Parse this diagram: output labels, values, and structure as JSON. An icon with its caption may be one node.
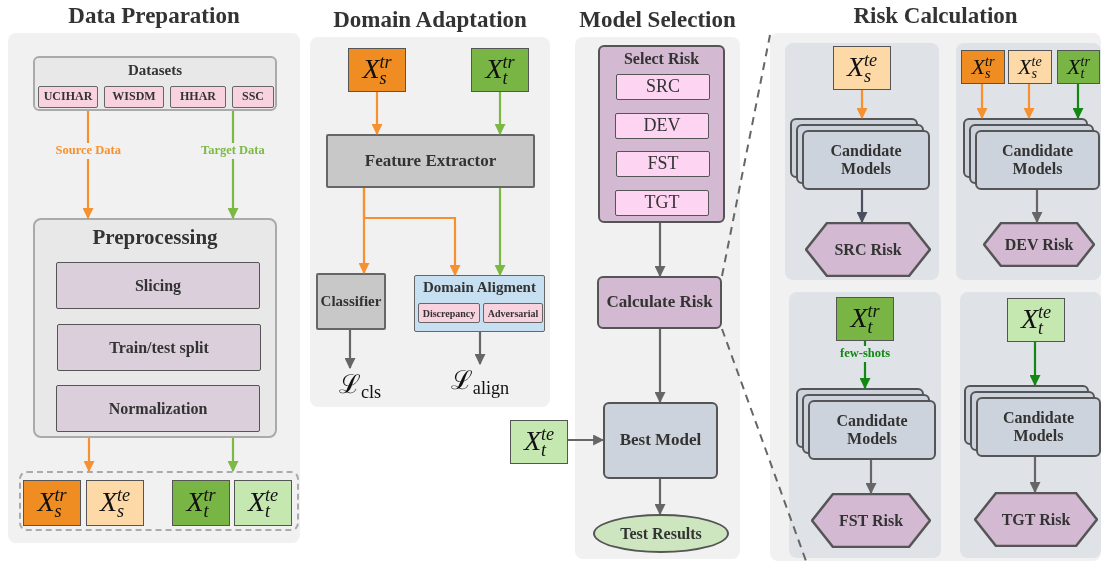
{
  "diagram": {
    "nodes": [
      {
        "text": [
          "Data Preparation"
        ]
      },
      {
        "text": [
          "Datasets"
        ],
        "in": 0
      },
      {
        "text": [
          "UCIHAR"
        ],
        "in": 1
      },
      {
        "text": [
          "WISDM"
        ],
        "in": 1
      },
      {
        "text": [
          "HHAR"
        ],
        "in": 1
      },
      {
        "text": [
          "SSC"
        ],
        "in": 1
      },
      {
        "text": [
          "Preprocessing"
        ],
        "in": 0
      },
      {
        "text": [
          "Slicing"
        ],
        "in": 6
      },
      {
        "text": [
          "Train/test split"
        ],
        "in": 6
      },
      {
        "text": [
          "Normalization"
        ],
        "in": 6
      },
      {
        "text": [],
        "shape": "box",
        "in": 0
      },
      {
        "text": [
          "X$_{s}$$^{tr}$"
        ],
        "in": 10
      },
      {
        "text": [
          "X$_{s}$$^{te}$"
        ],
        "in": 10
      },
      {
        "text": [
          "X$_{t}$$^{tr}$"
        ],
        "in": 10
      },
      {
        "text": [
          "X$_{t}$$^{te}$"
        ],
        "in": 10
      },
      {
        "text": [
          "Domain Adaptation"
        ]
      },
      {
        "text": [
          "X$_{s}$$^{tr}$"
        ],
        "in": 15
      },
      {
        "text": [
          "X$_{t}$$^{tr}$"
        ],
        "in": 15
      },
      {
        "text": [
          "Feature Extractor"
        ],
        "in": 15
      },
      {
        "text": [
          "Classifier"
        ],
        "in": 15
      },
      {
        "text": [
          "Domain Aligment"
        ],
        "in": 15
      },
      {
        "text": [
          "Discrepancy"
        ],
        "in": 20
      },
      {
        "text": [
          "Adversarial"
        ],
        "in": 20
      },
      {
        "text": [
          "ℒ$_{cls}$"
        ],
        "in": 15
      },
      {
        "text": [
          "ℒ$_{align}$"
        ],
        "in": 15
      },
      {
        "text": [
          "Model Selection"
        ]
      },
      {
        "text": [
          "Select Risk"
        ],
        "in": 25
      },
      {
        "text": [
          "SRC"
        ],
        "in": 26
      },
      {
        "text": [
          "DEV"
        ],
        "in": 26
      },
      {
        "text": [
          "FST"
        ],
        "in": 26
      },
      {
        "text": [
          "TGT"
        ],
        "in": 26
      },
      {
        "text": [
          "Calculate Risk"
        ],
        "in": 25
      },
      {
        "text": [
          "X$_{t}$$^{te}$"
        ]
      },
      {
        "text": [
          "Best Model"
        ],
        "in": 25
      },
      {
        "text": [
          "Test Results"
        ],
        "in": 25
      },
      {
        "text": [
          "Risk Calculation"
        ]
      },
      {
        "text": [],
        "shape": "box",
        "in": 35
      },
      {
        "text": [
          "X$_{s}$$^{te}$"
        ],
        "in": 36
      },
      {
        "text": [
          "Candidate Models"
        ],
        "in": 36
      },
      {
        "text": [
          "SRC Risk"
        ],
        "in": 36
      },
      {
        "text": [],
        "shape": "box",
        "in": 35
      },
      {
        "text": [
          "X$_{s}$$^{tr}$"
        ],
        "in": 40
      },
      {
        "text": [
          "X$_{s}$$^{te}$"
        ],
        "in": 40
      },
      {
        "text": [
          "X$_{t}$$^{tr}$"
        ],
        "in": 40
      },
      {
        "text": [
          "Candidate Models"
        ],
        "in": 40
      },
      {
        "text": [
          "DEV Risk"
        ],
        "in": 40
      },
      {
        "text": [],
        "shape": "box",
        "in": 35
      },
      {
        "text": [
          "X$_{t}$$^{tr}$"
        ],
        "in": 46
      },
      {
        "text": [
          "Candidate Models"
        ],
        "in": 46
      },
      {
        "text": [
          "FST Risk"
        ],
        "in": 46
      },
      {
        "text": [],
        "shape": "box",
        "in": 35
      },
      {
        "text": [
          "X$_{t}$$^{te}$"
        ],
        "in": 50
      },
      {
        "text": [
          "Candidate Models"
        ],
        "in": 50
      },
      {
        "text": [
          "TGT Risk"
        ],
        "in": 50
      }
    ],
    "edges": [
      {
        "from": 1,
        "to": 6,
        "arrow": "to",
        "label": "Source Data",
        "color": "#f7902f"
      },
      {
        "from": 1,
        "to": 6,
        "arrow": "to",
        "label": "Target Data",
        "color": "#7cb944"
      },
      {
        "from": 6,
        "to": 10,
        "arrow": "to",
        "color": "#f7902f"
      },
      {
        "from": 6,
        "to": 10,
        "arrow": "to",
        "color": "#7cb944"
      },
      {
        "from": 16,
        "to": 18,
        "arrow": "to",
        "color": "#f7902f"
      },
      {
        "from": 17,
        "to": 18,
        "arrow": "to",
        "color": "#7cb944"
      },
      {
        "from": 18,
        "to": 19,
        "arrow": "to",
        "color": "#f7902f"
      },
      {
        "from": 18,
        "to": 20,
        "arrow": "to",
        "color": "#f7902f"
      },
      {
        "from": 18,
        "to": 20,
        "arrow": "to",
        "color": "#7cb944"
      },
      {
        "from": 19,
        "to": 23,
        "arrow": "to"
      },
      {
        "from": 20,
        "to": 24,
        "arrow": "to"
      },
      {
        "from": 26,
        "to": 31,
        "arrow": "to"
      },
      {
        "from": 31,
        "to": 33,
        "arrow": "to"
      },
      {
        "from": 32,
        "to": 33,
        "arrow": "to"
      },
      {
        "from": 33,
        "to": 34,
        "arrow": "to"
      },
      {
        "from": 31,
        "to": 35,
        "arrow": "none",
        "style": "dashed"
      },
      {
        "from": 31,
        "to": 35,
        "arrow": "none",
        "style": "dashed"
      },
      {
        "from": 37,
        "to": 38,
        "arrow": "to",
        "color": "#f7902f"
      },
      {
        "from": 38,
        "to": 39,
        "arrow": "to",
        "color": "#4a5060"
      },
      {
        "from": 41,
        "to": 44,
        "arrow": "to",
        "color": "#f7902f"
      },
      {
        "from": 42,
        "to": 44,
        "arrow": "to",
        "color": "#f7902f"
      },
      {
        "from": 43,
        "to": 44,
        "arrow": "to",
        "color": "#118811"
      },
      {
        "from": 44,
        "to": 45,
        "arrow": "to"
      },
      {
        "from": 47,
        "to": 48,
        "arrow": "to",
        "label": "few-shots",
        "color": "#118811"
      },
      {
        "from": 48,
        "to": 49,
        "arrow": "to"
      },
      {
        "from": 51,
        "to": 52,
        "arrow": "to",
        "color": "#118811"
      },
      {
        "from": 52,
        "to": 53,
        "arrow": "to"
      }
    ]
  }
}
